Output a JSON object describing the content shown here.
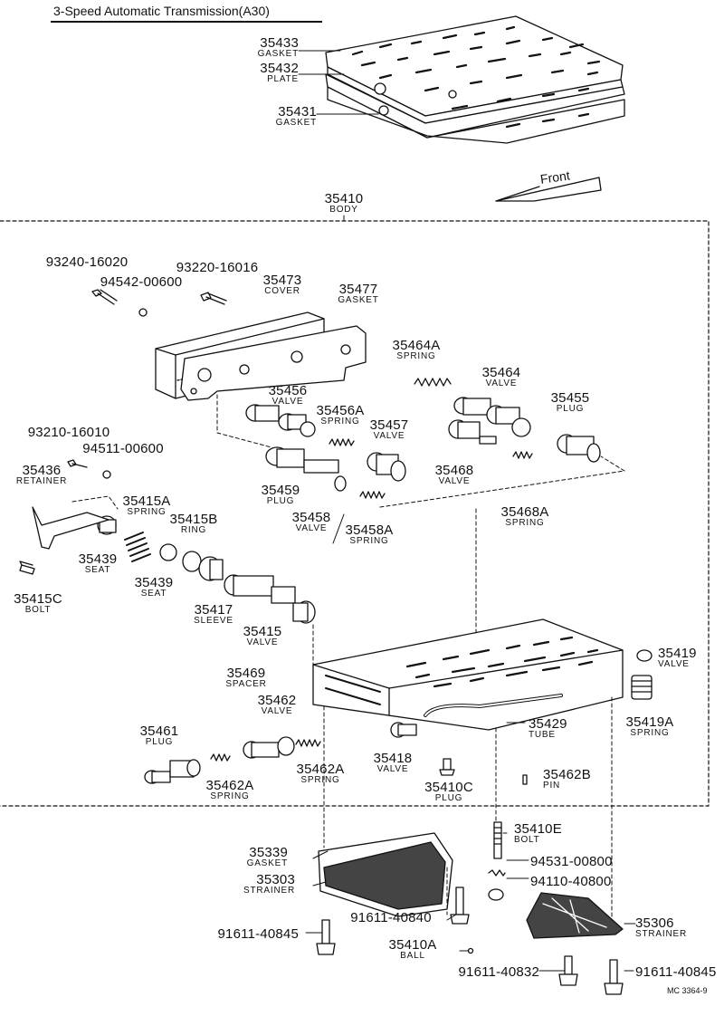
{
  "title": "3-Speed Automatic Transmission(A30)",
  "front_label": "Front",
  "figure_ref": "MC 3364-9",
  "parts": [
    {
      "id": "p35433",
      "num": "35433",
      "name": "GASKET"
    },
    {
      "id": "p35432",
      "num": "35432",
      "name": "PLATE"
    },
    {
      "id": "p35431",
      "num": "35431",
      "name": "GASKET"
    },
    {
      "id": "p35410",
      "num": "35410",
      "name": "BODY"
    },
    {
      "id": "p93240",
      "num": "93240-16020",
      "name": ""
    },
    {
      "id": "p94542",
      "num": "94542-00600",
      "name": ""
    },
    {
      "id": "p93220",
      "num": "93220-16016",
      "name": ""
    },
    {
      "id": "p35473",
      "num": "35473",
      "name": "COVER"
    },
    {
      "id": "p35477",
      "num": "35477",
      "name": "GASKET"
    },
    {
      "id": "p35464A",
      "num": "35464A",
      "name": "SPRING"
    },
    {
      "id": "p35464",
      "num": "35464",
      "name": "VALVE"
    },
    {
      "id": "p35455",
      "num": "35455",
      "name": "PLUG"
    },
    {
      "id": "p35456",
      "num": "35456",
      "name": "VALVE"
    },
    {
      "id": "p35456A",
      "num": "35456A",
      "name": "SPRING"
    },
    {
      "id": "p35457",
      "num": "35457",
      "name": "VALVE"
    },
    {
      "id": "p35468",
      "num": "35468",
      "name": "VALVE"
    },
    {
      "id": "p35468A",
      "num": "35468A",
      "name": "SPRING"
    },
    {
      "id": "p93210",
      "num": "93210-16010",
      "name": ""
    },
    {
      "id": "p94511",
      "num": "94511-00600",
      "name": ""
    },
    {
      "id": "p35436",
      "num": "35436",
      "name": "RETAINER"
    },
    {
      "id": "p35415A",
      "num": "35415A",
      "name": "SPRING"
    },
    {
      "id": "p35415B",
      "num": "35415B",
      "name": "RING"
    },
    {
      "id": "p35459",
      "num": "35459",
      "name": "PLUG"
    },
    {
      "id": "p35458",
      "num": "35458",
      "name": "VALVE"
    },
    {
      "id": "p35458A",
      "num": "35458A",
      "name": "SPRING"
    },
    {
      "id": "p35439a",
      "num": "35439",
      "name": "SEAT"
    },
    {
      "id": "p35439b",
      "num": "35439",
      "name": "SEAT"
    },
    {
      "id": "p35415C",
      "num": "35415C",
      "name": "BOLT"
    },
    {
      "id": "p35417",
      "num": "35417",
      "name": "SLEEVE"
    },
    {
      "id": "p35415",
      "num": "35415",
      "name": "VALVE"
    },
    {
      "id": "p35419",
      "num": "35419",
      "name": "VALVE"
    },
    {
      "id": "p35419A",
      "num": "35419A",
      "name": "SPRING"
    },
    {
      "id": "p35469",
      "num": "35469",
      "name": "SPACER"
    },
    {
      "id": "p35462",
      "num": "35462",
      "name": "VALVE"
    },
    {
      "id": "p35461",
      "num": "35461",
      "name": "PLUG"
    },
    {
      "id": "p35462A1",
      "num": "35462A",
      "name": "SPRING"
    },
    {
      "id": "p35462A2",
      "num": "35462A",
      "name": "SPRING"
    },
    {
      "id": "p35429",
      "num": "35429",
      "name": "TUBE"
    },
    {
      "id": "p35418",
      "num": "35418",
      "name": "VALVE"
    },
    {
      "id": "p35410C",
      "num": "35410C",
      "name": "PLUG"
    },
    {
      "id": "p35462B",
      "num": "35462B",
      "name": "PIN"
    },
    {
      "id": "p35410E",
      "num": "35410E",
      "name": "BOLT"
    },
    {
      "id": "p35339",
      "num": "35339",
      "name": "GASKET"
    },
    {
      "id": "p35303",
      "num": "35303",
      "name": "STRAINER"
    },
    {
      "id": "p94531",
      "num": "94531-00800",
      "name": ""
    },
    {
      "id": "p94110",
      "num": "94110-40800",
      "name": ""
    },
    {
      "id": "p91611_40840",
      "num": "91611-40840",
      "name": ""
    },
    {
      "id": "p91611_40845a",
      "num": "91611-40845",
      "name": ""
    },
    {
      "id": "p35306",
      "num": "35306",
      "name": "STRAINER"
    },
    {
      "id": "p35410A",
      "num": "35410A",
      "name": "BALL"
    },
    {
      "id": "p91611_40832",
      "num": "91611-40832",
      "name": ""
    },
    {
      "id": "p91611_40845b",
      "num": "91611-40845",
      "name": ""
    }
  ]
}
